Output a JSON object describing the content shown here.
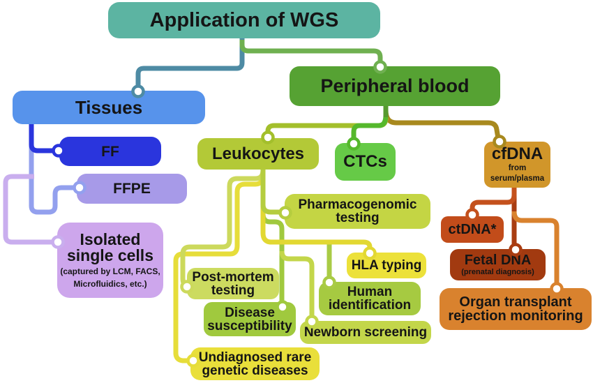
{
  "title": "Application of WGS",
  "nodes": {
    "wgs": {
      "label": "Application of WGS"
    },
    "tissues": {
      "label": "Tissues"
    },
    "ff": {
      "label": "FF"
    },
    "ffpe": {
      "label": "FFPE"
    },
    "isolated": {
      "line1": "Isolated",
      "line2": "single cells",
      "sub1": "(captured by LCM, FACS,",
      "sub2": "Microfluidics, etc.)"
    },
    "peripheral": {
      "label": "Peripheral blood"
    },
    "leukocytes": {
      "label": "Leukocytes"
    },
    "ctcs": {
      "label": "CTCs"
    },
    "cfdna": {
      "label": "cfDNA",
      "sub1": "from",
      "sub2": "serum/plasma"
    },
    "pharmacogenomic": {
      "line1": "Pharmacogenomic",
      "line2": "testing"
    },
    "hla": {
      "label": "HLA typing"
    },
    "human": {
      "line1": "Human",
      "line2": "identification"
    },
    "newborn": {
      "label": "Newborn screening"
    },
    "postmortem": {
      "line1": "Post-mortem",
      "line2": "testing"
    },
    "disease": {
      "line1": "Disease",
      "line2": "susceptibility"
    },
    "undiagnosed": {
      "line1": "Undiagnosed rare",
      "line2": "genetic diseases"
    },
    "ctdna": {
      "label": "ctDNA*"
    },
    "fetal": {
      "label": "Fetal DNA",
      "sub": "(prenatal diagnosis)"
    },
    "organ": {
      "line1": "Organ transplant",
      "line2": "rejection monitoring"
    }
  },
  "colors": {
    "box_wgs": "#5cb4a2",
    "box_tissues": "#5793eb",
    "box_ff": "#2a35dd",
    "box_ffpe": "#a79ae8",
    "box_isolated": "#cda6ec",
    "box_peripheral": "#56a233",
    "box_leukocytes": "#b3c937",
    "box_ctcs": "#66ca47",
    "box_cfdna": "#d1962a",
    "box_pharmacogenomic": "#c4d544",
    "box_hla": "#ece13a",
    "box_human": "#a6ca41",
    "box_newborn": "#c3d64a",
    "box_postmortem": "#ccdb60",
    "box_disease": "#a0c93e",
    "box_undiagnosed": "#e9df3b",
    "box_ctdna": "#c24c1a",
    "box_fetal": "#a23a10",
    "box_organ": "#d9822e",
    "line_steel": "#4e8ba4",
    "line_wgs_green": "#6fb050",
    "line_dark_blue": "#2a35dd",
    "line_periwinkle": "#93a0ee",
    "line_lavender": "#c9aeee",
    "line_pb_trunk": "#569a2f",
    "line_gold": "#a8891e",
    "line_leuko": "#a3bf2b",
    "line_ctc": "#55b82c",
    "line_leuko_trunk": "#b5cd3f",
    "line_postmortem": "#ccd95c",
    "line_undiagnosed": "#e6dd3a",
    "line_disease": "#a0c93e",
    "line_newborn": "#c3d64a",
    "line_human": "#a9cb45",
    "line_hla": "#e2d832",
    "line_ctdna": "#c4511d",
    "line_fetal": "#a93d12",
    "line_organ": "#d9822e"
  }
}
